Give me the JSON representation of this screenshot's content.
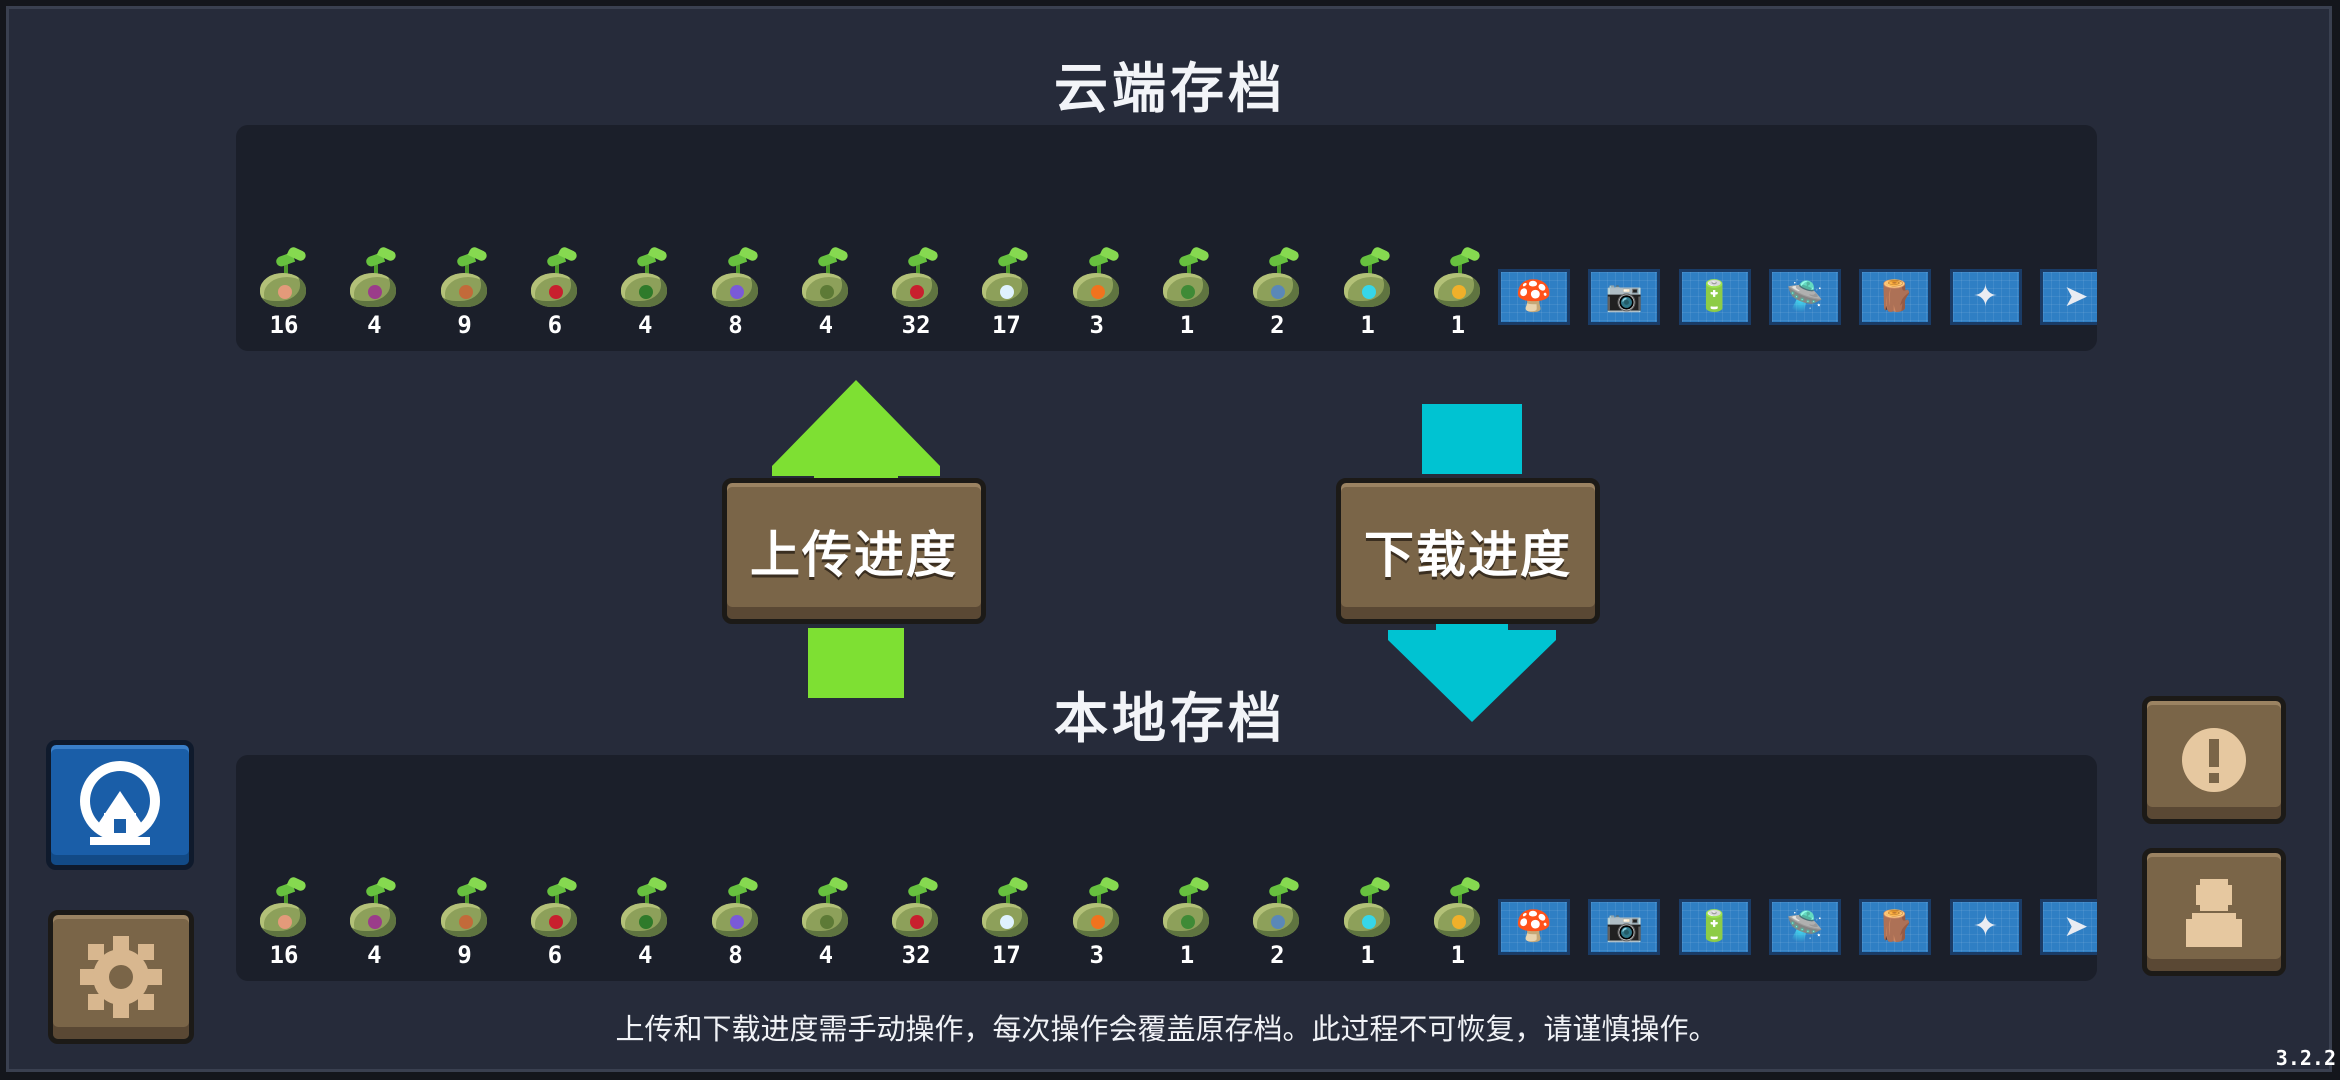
{
  "cloud": {
    "title": "云端存档"
  },
  "local": {
    "title": "本地存档"
  },
  "actions": {
    "upload_label": "上传进度",
    "download_label": "下载进度"
  },
  "footer": {
    "note": "上传和下载进度需手动操作，每次操作会覆盖原存档。此过程不可恢复，请谨慎操作。"
  },
  "version": "3.2.2",
  "seeds": [
    {
      "count": "16",
      "accent": "#e39a7a"
    },
    {
      "count": "4",
      "accent": "#9b3c8a"
    },
    {
      "count": "9",
      "accent": "#c26a3a"
    },
    {
      "count": "6",
      "accent": "#c8202e"
    },
    {
      "count": "4",
      "accent": "#2f7a2a"
    },
    {
      "count": "8",
      "accent": "#7a5ad8"
    },
    {
      "count": "4",
      "accent": "#5d7a36"
    },
    {
      "count": "32",
      "accent": "#c8202e"
    },
    {
      "count": "17",
      "accent": "#dff2ff"
    },
    {
      "count": "3",
      "accent": "#f0731e"
    },
    {
      "count": "1",
      "accent": "#3f8a36"
    },
    {
      "count": "2",
      "accent": "#5a88b8"
    },
    {
      "count": "1",
      "accent": "#37d6e8"
    },
    {
      "count": "1",
      "accent": "#f0b02a"
    }
  ],
  "equipment": [
    {
      "icon": "red-mushroom-pot-icon",
      "glyph": "🍄"
    },
    {
      "icon": "camera-icon",
      "glyph": "📷"
    },
    {
      "icon": "battery-icon",
      "glyph": "🔋"
    },
    {
      "icon": "ufo-icon",
      "glyph": "🛸"
    },
    {
      "icon": "wood-logs-icon",
      "glyph": "🪵"
    },
    {
      "icon": "shuriken-icon",
      "glyph": "✦"
    },
    {
      "icon": "blue-gun-icon",
      "glyph": "➤"
    }
  ],
  "colors": {
    "upload_arrow": "#7ee033",
    "download_arrow": "#00c3d2",
    "button": "#7a6548",
    "tap_button": "#1a5ea8"
  }
}
